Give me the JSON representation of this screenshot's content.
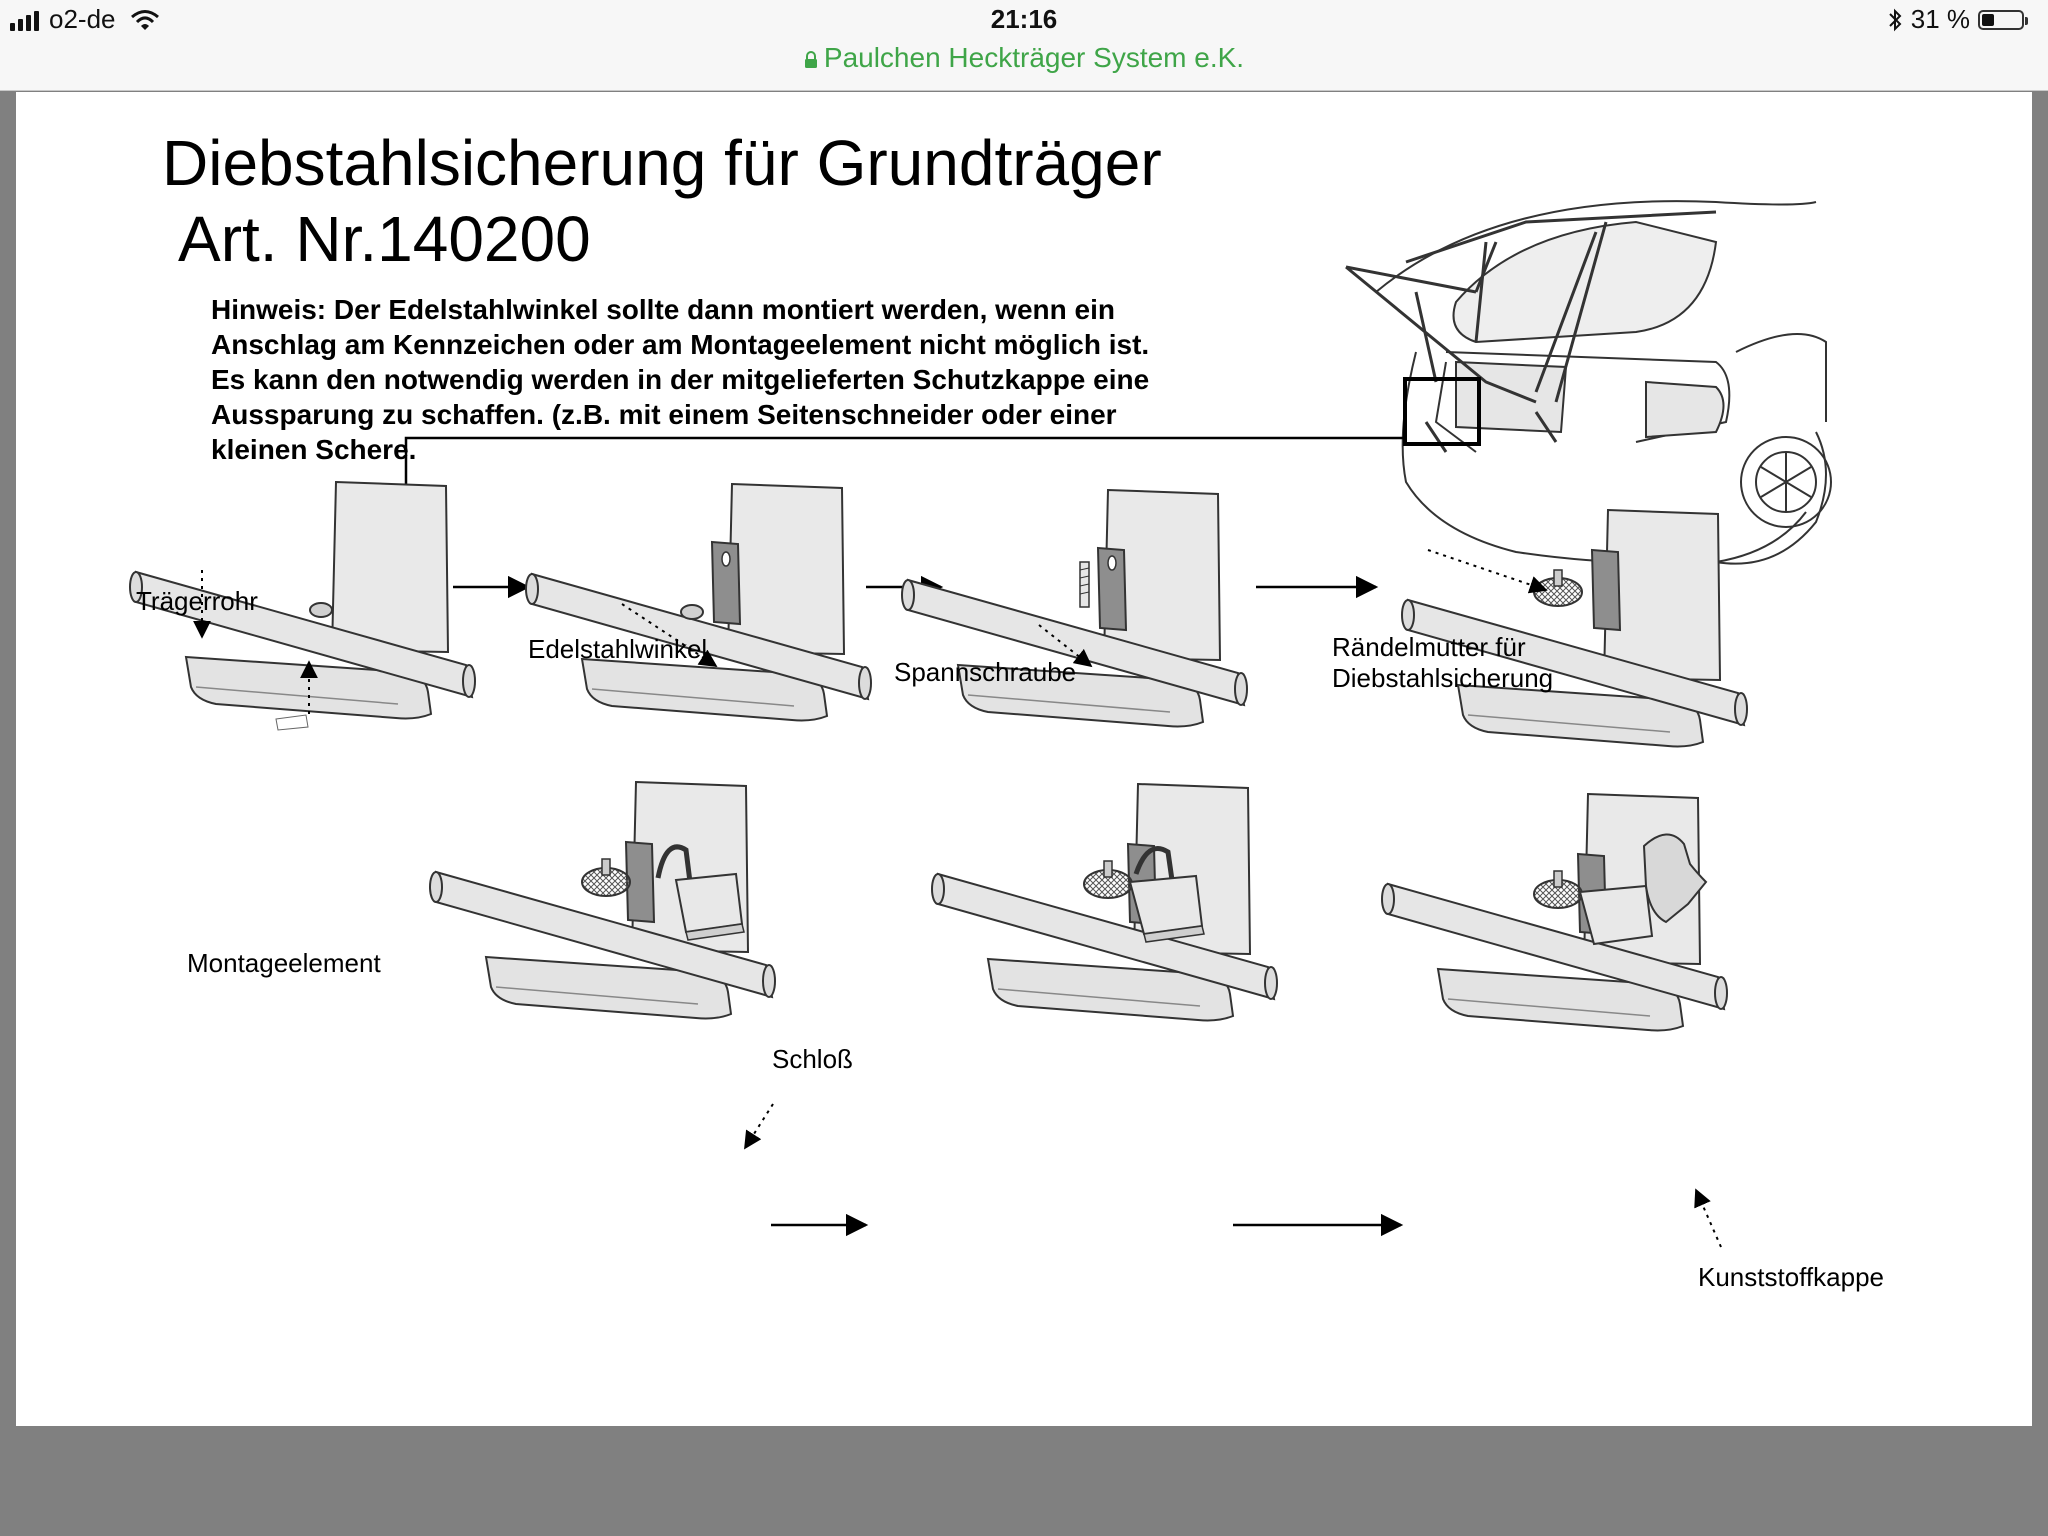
{
  "status_bar": {
    "carrier": "o2-de",
    "time": "21:16",
    "battery_percent": "31 %",
    "battery_level": 0.31,
    "icons": [
      "signal-icon",
      "wifi-icon",
      "bluetooth-icon",
      "battery-icon"
    ]
  },
  "url_bar": {
    "site_title": "Paulchen Heckträger System e.K.",
    "icon": "lock-icon",
    "accent_color": "#3fa548"
  },
  "document": {
    "title": "Diebstahlsicherung für Grundträger",
    "subtitle": "Art. Nr.140200",
    "note_lines": [
      "Hinweis: Der Edelstahlwinkel sollte dann montiert werden, wenn ein",
      "Anschlag am Kennzeichen oder am Montageelement nicht möglich ist.",
      "Es kann den notwendig werden in der mitgelieferten Schutzkappe eine",
      "Aussparung zu schaffen. (z.B. mit einem Seitenschneider oder einer",
      "kleinen Schere."
    ],
    "labels": {
      "traegerrohr": "Trägerrohr",
      "montageelement": "Montageelement",
      "edelstahlwinkel": "Edelstahlwinkel",
      "spannschraube": "Spannschraube",
      "raendelmutter_line1": "Rändelmutter für",
      "raendelmutter_line2": "Diebstahlsicherung",
      "schloss": "Schloß",
      "kunststoffkappe": "Kunststoffkappe"
    }
  },
  "colors": {
    "page_background": "#ffffff",
    "outer_background": "#808080",
    "topbar_background": "#f7f7f7"
  }
}
